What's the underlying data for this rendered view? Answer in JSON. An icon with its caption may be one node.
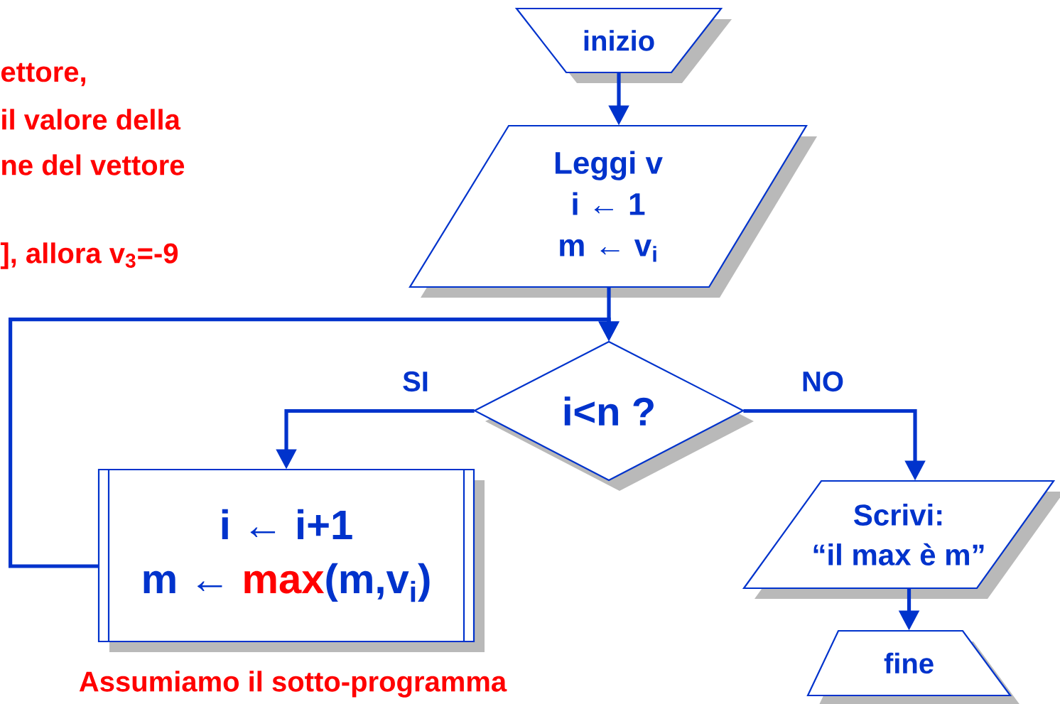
{
  "diagram": {
    "nodes": [
      {
        "text": [
          "inizio"
        ]
      },
      {
        "text": [
          "Leggi v",
          "i ← 1",
          "m ← v$_{i}$"
        ]
      },
      {
        "text": [
          "i<n ?"
        ]
      },
      {
        "text": [
          "i ← i+1",
          "m ← **max**(m,v$_{i}$)"
        ]
      },
      {
        "text": [
          "Scrivi:",
          "“il max è m”"
        ]
      },
      {
        "text": [
          "fine"
        ]
      }
    ],
    "edges": [
      {
        "from": 0,
        "to": 1,
        "arrow": "to"
      },
      {
        "from": 1,
        "to": 2,
        "arrow": "to"
      },
      {
        "from": 2,
        "to": 3,
        "arrow": "to",
        "label": "SI"
      },
      {
        "from": 2,
        "to": 4,
        "arrow": "to",
        "label": "NO"
      },
      {
        "from": 4,
        "to": 5,
        "arrow": "to"
      },
      {
        "from": 3,
        "to": 2,
        "arrow": "to"
      }
    ],
    "labels": [
      "ettore,",
      "il valore della",
      "ne del vettore",
      "], allora v$_{3}$=-9",
      "Assumiamo il sotto-programma"
    ]
  }
}
